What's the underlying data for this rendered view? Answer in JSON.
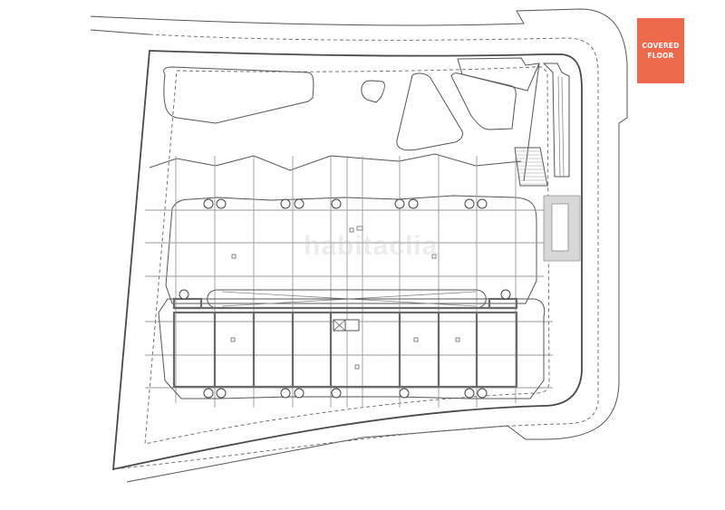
{
  "label_badge": {
    "line1": "COVERED",
    "line2": "FLOOR",
    "color": "#ef6a4d"
  },
  "watermark": {
    "text": "habitaclia"
  },
  "plan": {
    "type": "architectural-floor-plan",
    "line_color": "#555555",
    "grid_color": "#9a9a9a"
  }
}
